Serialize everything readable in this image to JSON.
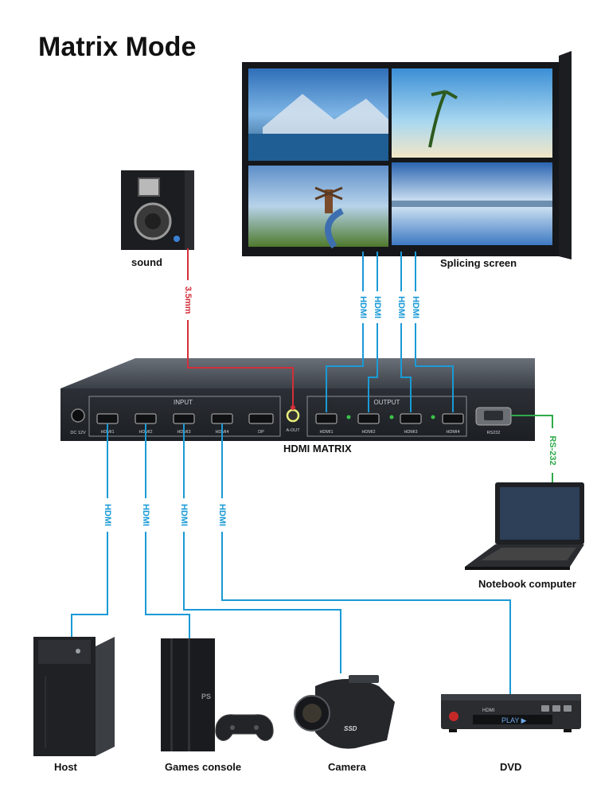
{
  "title": "Matrix Mode",
  "devices": {
    "sound": "sound",
    "splicing_screen": "Splicing screen",
    "matrix": "HDMI MATRIX",
    "notebook": "Notebook computer",
    "host": "Host",
    "games_console": "Games console",
    "camera": "Camera",
    "dvd": "DVD"
  },
  "cables": {
    "audio": "3.5mm",
    "hdmi": "HDMI",
    "serial": "RS-232"
  },
  "panel": {
    "input_label": "INPUT",
    "output_label": "OUTPUT",
    "dc_label": "DC 12V",
    "aout_label": "A-OUT",
    "rs232_label": "RS232",
    "inputs": [
      "HDMI1",
      "HDMI2",
      "HDMI3",
      "HDMI4",
      "DP"
    ],
    "outputs": [
      "HDMI1",
      "HDMI2",
      "HDMI3",
      "HDMI4"
    ]
  },
  "console_brand": "PS",
  "camera_badge": "SSD",
  "dvd_brand": "HDMI",
  "dvd_display": "PLAY ▶",
  "colors": {
    "hdmi_cable": "#1a9ad6",
    "audio_cable": "#d32f3a",
    "serial_cable": "#2eaa4a",
    "device_body": "#3a3f45"
  }
}
